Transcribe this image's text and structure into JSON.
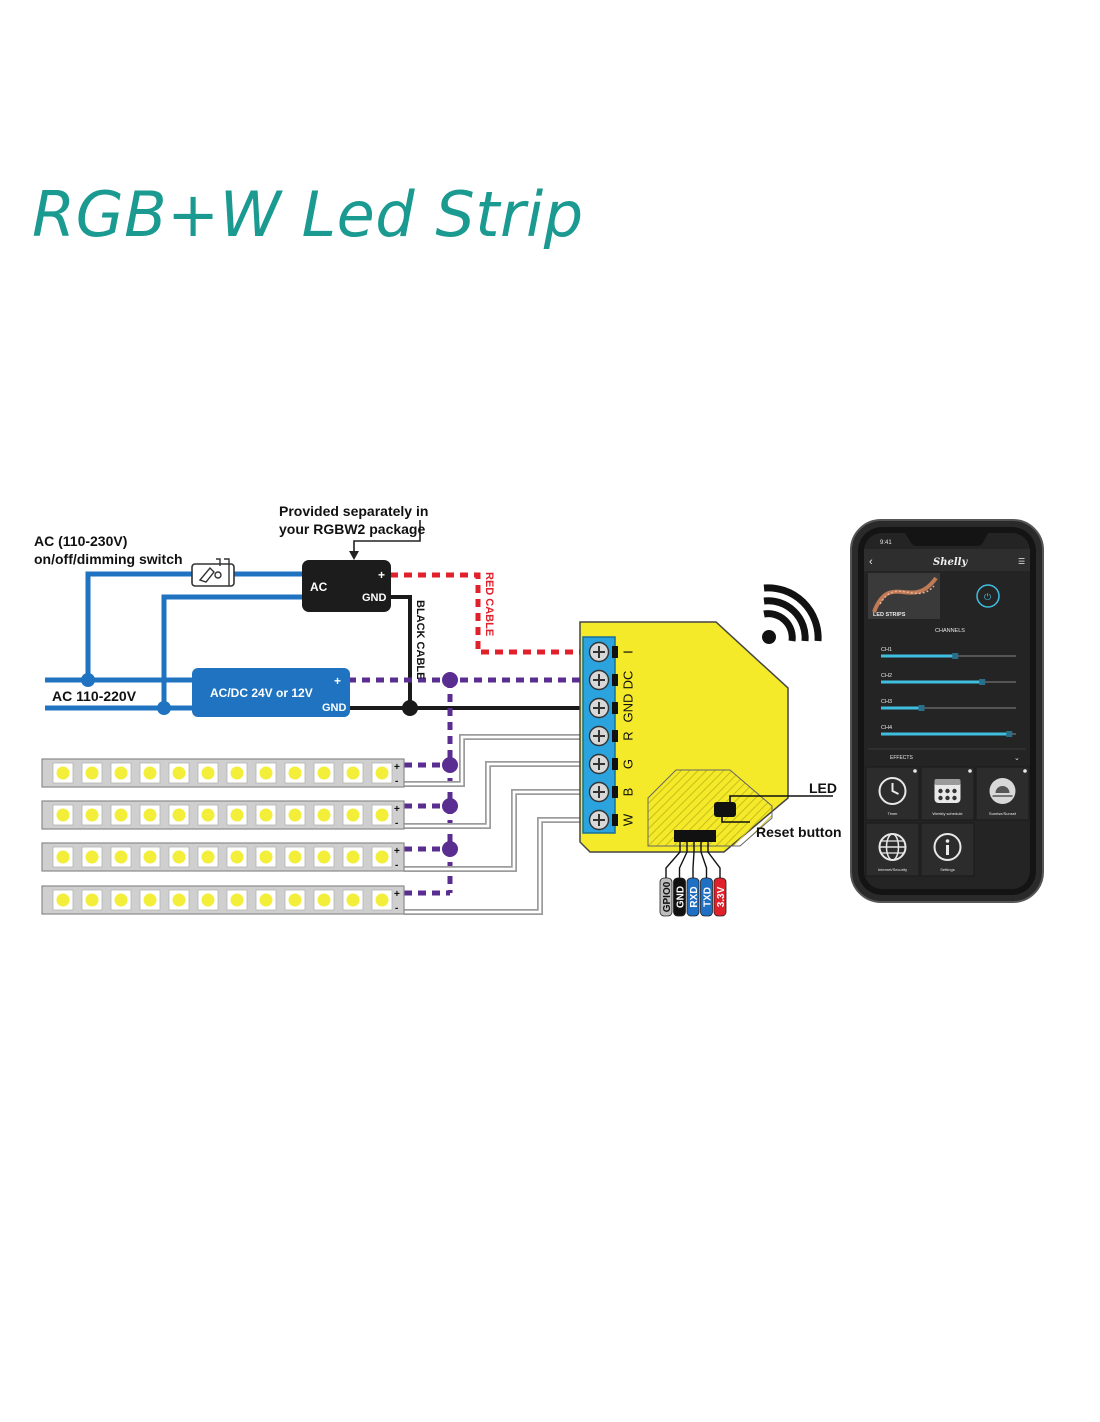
{
  "title": "RGB+W Led Strip",
  "labels": {
    "provided_line1": "Provided separately in",
    "provided_line2": "your RGBW2 package",
    "ac_switch_line1": "AC (110-230V)",
    "ac_switch_line2": "on/off/dimming switch",
    "ac_mains": "AC 110-220V",
    "psu_label": "AC/DC 24V or 12V",
    "psu_plus": "+",
    "psu_gnd": "GND",
    "adapter_ac": "AC",
    "adapter_plus": "+",
    "adapter_gnd": "GND",
    "red_cable": "RED CABLE",
    "black_cable": "BLACK CABLE",
    "led": "LED",
    "reset_button": "Reset button",
    "strip_plus": "+",
    "strip_minus": "-"
  },
  "terminals": [
    "I",
    "DC",
    "GND",
    "R",
    "G",
    "B",
    "W"
  ],
  "pins": [
    {
      "label": "GPIO0",
      "color": "#bdbdbd",
      "text_color": "#111111"
    },
    {
      "label": "GND",
      "color": "#111111",
      "text_color": "#ffffff"
    },
    {
      "label": "RXD",
      "color": "#1f6fc4",
      "text_color": "#ffffff"
    },
    {
      "label": "TXD",
      "color": "#1f6fc4",
      "text_color": "#ffffff"
    },
    {
      "label": "3.3V",
      "color": "#e0202a",
      "text_color": "#ffffff"
    }
  ],
  "colors": {
    "title": "#1a9a90",
    "ac_wire": "#1f73c0",
    "red_wire": "#e0202a",
    "purple_wire": "#5a2d91",
    "device": "#f4ea2a",
    "terminal_block": "#2aa3de"
  },
  "phone": {
    "time": "9:41",
    "brand": "Shelly",
    "device_name": "LED STRIPS",
    "channels_header": "CHANNELS",
    "channels": [
      {
        "label": "CH1",
        "level": 0.55
      },
      {
        "label": "CH2",
        "level": 0.75
      },
      {
        "label": "CH3",
        "level": 0.3
      },
      {
        "label": "CH4",
        "level": 0.95
      }
    ],
    "effects_header": "EFFECTS",
    "tiles": [
      {
        "label": "Timer",
        "icon": "clock-icon"
      },
      {
        "label": "Weekly schedule",
        "icon": "calendar-icon"
      },
      {
        "label": "Sunrise/Sunset",
        "icon": "sunrise-icon"
      },
      {
        "label": "Internet/Security",
        "icon": "globe-icon"
      },
      {
        "label": "Settings",
        "icon": "info-icon"
      }
    ]
  }
}
